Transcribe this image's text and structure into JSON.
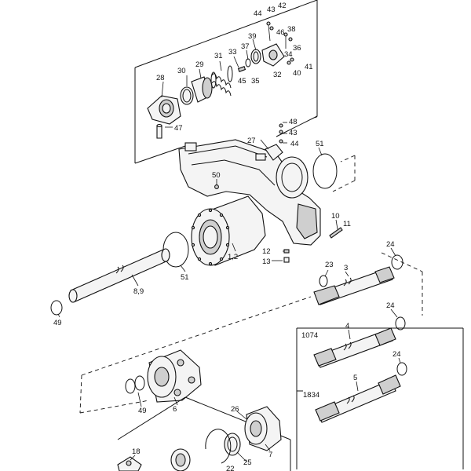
{
  "labels": {
    "p44a": "44",
    "p43a": "43",
    "p42": "42",
    "p46": "46",
    "p38": "38",
    "p39": "39",
    "p31": "31",
    "p33": "33",
    "p37": "37",
    "p29": "29",
    "p30": "30",
    "p28": "28",
    "p45": "45",
    "p35": "35",
    "p32": "32",
    "p34": "34",
    "p36": "36",
    "p41": "41",
    "p40": "40",
    "p47": "47",
    "p48": "48",
    "p43b": "43",
    "p27": "27",
    "p44b": "44",
    "p51a": "51",
    "p50": "50",
    "p10": "10",
    "p11": "11",
    "p12": "12",
    "p13": "13",
    "p12b": "1,2",
    "p24a": "24",
    "p23": "23",
    "p3": "3",
    "p51b": "51",
    "p89": "8,9",
    "p49a": "49",
    "p24b": "24",
    "p1074": "1074",
    "p4": "4",
    "p24c": "24",
    "p1834": "1834",
    "p5": "5",
    "p49b": "49",
    "p6": "6",
    "p26": "26",
    "p7": "7",
    "p18": "18",
    "p25": "25",
    "p22": "22"
  }
}
